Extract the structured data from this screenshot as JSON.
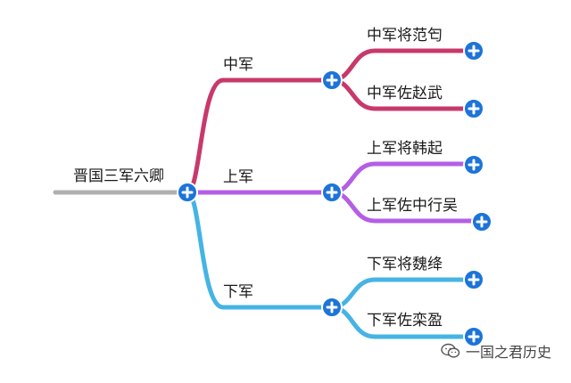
{
  "root": {
    "label": "晋国三军六卿"
  },
  "branches": [
    {
      "label": "中军",
      "color": "#c8396b",
      "leaves": [
        "中军将范匄",
        "中军佐赵武"
      ]
    },
    {
      "label": "上军",
      "color": "#b45ee6",
      "leaves": [
        "上军将韩起",
        "上军佐中行吴"
      ]
    },
    {
      "label": "下军",
      "color": "#45b4e4",
      "leaves": [
        "下军将魏绛",
        "下军佐栾盈"
      ]
    }
  ],
  "styles": {
    "node_button": "#1d74d8",
    "root_line": "#b0b0b0"
  },
  "icons": {
    "expand": "plus-circle-icon",
    "watermark": "wechat-icon"
  },
  "watermark": {
    "text": "一国之君历史"
  }
}
